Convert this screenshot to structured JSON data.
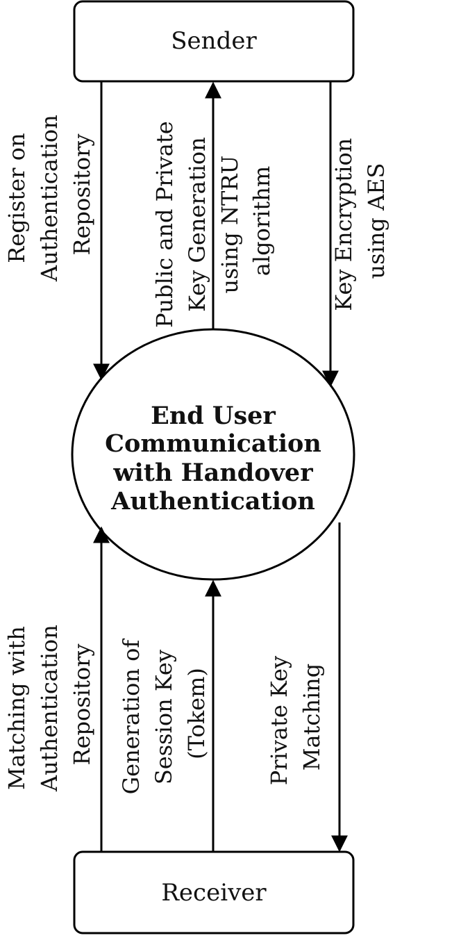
{
  "nodes": {
    "sender": {
      "label": "Sender"
    },
    "receiver": {
      "label": "Receiver"
    },
    "process": {
      "lines": [
        "End User",
        "Communication",
        "with Handover",
        "Authentication"
      ]
    }
  },
  "edges": [
    {
      "id": "register",
      "lines": [
        "Register on",
        "Authentication",
        "Repository"
      ]
    },
    {
      "id": "keygen",
      "lines": [
        "Public and Private",
        "Key Generation",
        "using NTRU",
        "algorithm"
      ]
    },
    {
      "id": "encrypt",
      "lines": [
        "Key Encryption",
        "using AES"
      ]
    },
    {
      "id": "matching",
      "lines": [
        "Matching with",
        "Authentication",
        "Repository"
      ]
    },
    {
      "id": "session",
      "lines": [
        "Generation of",
        "Session Key",
        "(Tokem)"
      ]
    },
    {
      "id": "privatekey",
      "lines": [
        "Private Key",
        "Matching"
      ]
    }
  ]
}
